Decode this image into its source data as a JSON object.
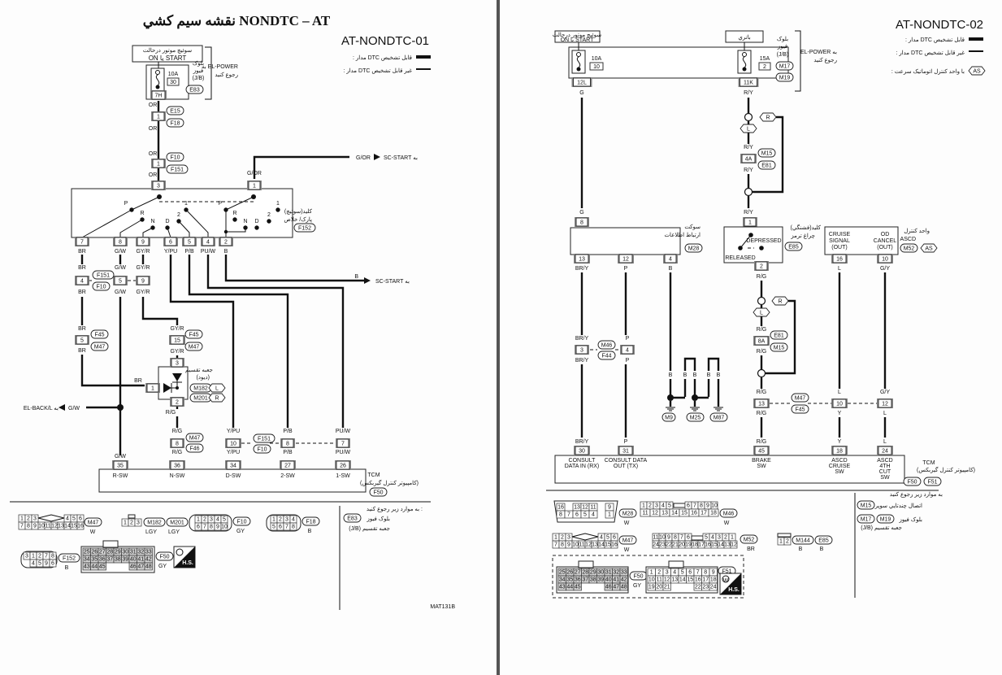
{
  "page1": {
    "title": "نقشه سيم كشي  NONDTC – AT",
    "diagram_id": "AT-NONDTC-01",
    "legend": [
      {
        "label": ": مدار DTC قابل تشخيص",
        "line": "thick"
      },
      {
        "label": ": مدار DTC غير قابل تشخيص",
        "line": "thin"
      }
    ],
    "ignition_switch": {
      "line1": "سوئيچ موتور درحالت",
      "line2": "ON يا START"
    },
    "fuse_block": {
      "label1": "بلوک",
      "label2": "فيوز",
      "label3": "(J/B)",
      "amp": "10A",
      "num": "30",
      "conn": "E83",
      "terminal": "7H"
    },
    "el_power_ref": {
      "line1": "به EL-POWER",
      "line2": "رجوع كنيد"
    },
    "chain": [
      {
        "wire_top": "OR",
        "pin": "1",
        "tag_top": "E15",
        "tag_bot": "F18",
        "wire_bot": "OR"
      },
      {
        "wire_top": "OR",
        "pin": "1",
        "tag_top": "F10",
        "tag_bot": "F151",
        "wire_bot": "OR"
      }
    ],
    "range_switch": {
      "label1": "كليد(سوئيچ)",
      "label2": "پارک/ خلاص",
      "conn": "F152",
      "in_pins": [
        {
          "pin": "3"
        },
        {
          "pin": "1",
          "wire": "G/OR"
        }
      ],
      "positions_left": [
        "P",
        "R",
        "N",
        "D",
        "2",
        "1"
      ],
      "positions_right": [
        "P",
        "R",
        "N",
        "D",
        "2",
        "1"
      ],
      "out_pins": [
        "7",
        "8",
        "9",
        "6",
        "5",
        "4",
        "2"
      ],
      "out_wires": [
        "BR",
        "G/W",
        "GY/R",
        "Y/PU",
        "P/B",
        "PU/W",
        "B"
      ]
    },
    "sc_start_top": {
      "wire": "G/OR",
      "dest": "SC-START به"
    },
    "sc_start_mid": {
      "wire": "B",
      "dest": "SC-START به"
    },
    "mid_joint": {
      "tag_top": "F151",
      "tag_bot": "F10",
      "pins": [
        {
          "wire_top": "BR",
          "pin": "4",
          "wire_bot": "BR"
        },
        {
          "wire_top": "G/W",
          "pin": "5",
          "wire_bot": "G/W"
        },
        {
          "wire_top": "GY/R",
          "pin": "9",
          "wire_bot": "GY/R"
        }
      ]
    },
    "br_joint": {
      "wire_top": "BR",
      "pin": "5",
      "tag_top": "F45",
      "tag_bot": "M47",
      "wire_bot": "BR"
    },
    "gyr_joint": {
      "wire_top": "GY/R",
      "pin": "15",
      "tag_top": "F45",
      "tag_bot": "M47",
      "wire_bot": "GY/R"
    },
    "diode_box": {
      "label1": "جعبه تقسيم",
      "label2": "(ديود)",
      "pin_top": "3",
      "pin_left": "1",
      "pin_bot": "2",
      "wire_left": "BR",
      "conn_tags": [
        {
          "conn": "M182",
          "side": "L"
        },
        {
          "conn": "M201",
          "side": "R"
        }
      ]
    },
    "el_back": {
      "dest": "EL-BACK/L به",
      "wire": "G/W"
    },
    "rg_joint": {
      "wire_top": "R/G",
      "pin": "8",
      "tag_top": "M47",
      "tag_bot": "F46",
      "wire_bot": "R/G"
    },
    "low_joint": {
      "tag_top": "F151",
      "tag_bot": "F10",
      "pins": [
        {
          "wire_top": "Y/PU",
          "pin": "10",
          "wire_bot": "Y/PU"
        },
        {
          "wire_top": "P/B",
          "pin": "8",
          "wire_bot": "P/B"
        },
        {
          "wire_top": "PU/W",
          "pin": "7",
          "wire_bot": "PU/W"
        }
      ]
    },
    "tcm": {
      "label": "TCM",
      "label2": "(كامپيوتر كنترل گيربكس)",
      "conn": "F50",
      "terminals": [
        {
          "wire": "G/W",
          "pin": "35",
          "name": "R-SW"
        },
        {
          "wire": "R/G",
          "pin": "36",
          "name": "N-SW"
        },
        {
          "wire": "Y/PU",
          "pin": "34",
          "name": "D-SW"
        },
        {
          "wire": "P/B",
          "pin": "27",
          "name": "2-SW"
        },
        {
          "wire": "PU/W",
          "pin": "26",
          "name": "1-SW"
        }
      ]
    },
    "connectors": {
      "m47": {
        "top": [
          "1",
          "2",
          "3",
          "4",
          "5",
          "6"
        ],
        "bot": [
          "7",
          "8",
          "9",
          "10",
          "11",
          "12",
          "13",
          "14",
          "15",
          "16"
        ],
        "id": "M47",
        "color": "W"
      },
      "m182": {
        "cells": [
          "1",
          "2",
          "3"
        ],
        "id": "M182",
        "color": "LGY",
        "id2": "M201",
        "color2": "LGY"
      },
      "f10": {
        "top": [
          "1",
          "2",
          "3",
          "4",
          "5"
        ],
        "bot": [
          "6",
          "7",
          "8",
          "9",
          "10"
        ],
        "id": "F10",
        "color": "GY"
      },
      "f18": {
        "top": [
          "1",
          "2",
          "3",
          "4"
        ],
        "bot": [
          "5",
          "6",
          "7",
          "8"
        ],
        "id": "F18",
        "color": "B"
      },
      "f152": {
        "top": [
          "3",
          "1",
          "2",
          "7",
          "8"
        ],
        "bot": [
          "4",
          "5",
          "9",
          "6"
        ],
        "id": "F152",
        "color": "B"
      },
      "f50": {
        "rows": [
          [
            "25",
            "26",
            "27",
            "28",
            "29",
            "30",
            "31",
            "32",
            "33"
          ],
          [
            "34",
            "35",
            "36",
            "37",
            "38",
            "39",
            "40",
            "41",
            "42"
          ],
          [
            "43",
            "44",
            "45",
            "",
            "",
            "",
            "46",
            "47",
            "48"
          ]
        ],
        "id": "F50",
        "color": "GY"
      },
      "hs": "H.S."
    },
    "refs": {
      "line1": "به موارد زير رجوع كنيد :",
      "conn": "E83",
      "line2": "بلوک فيوز",
      "line3": "(J/B) جعبه تقسيم"
    },
    "code": "MAT131B"
  },
  "page2": {
    "diagram_id": "AT-NONDTC-02",
    "legend": [
      {
        "label": ": مدار DTC قابل تشخيص",
        "line": "thick"
      },
      {
        "label": ": مدار DTC غير قابل تشخيص",
        "line": "thin"
      },
      {
        "label": ": با واحد كنترل اتوماتيک سرعت",
        "tag": "AS"
      }
    ],
    "ignition_switch": {
      "line1": "سوئيچ موتور درحالت",
      "line2": "ON يا START"
    },
    "battery": "باتري",
    "fuse_block": {
      "label1": "بلوک",
      "label2": "فيوز",
      "label3": "(J/B)",
      "conn1": "M17",
      "conn2": "M19",
      "fuses": [
        {
          "amp": "10A",
          "num": "10",
          "terminal": "12L",
          "wire": "G"
        },
        {
          "amp": "15A",
          "num": "2",
          "terminal": "11K",
          "wire": "R/Y"
        }
      ]
    },
    "el_power_ref": {
      "line1": "EL-POWER به",
      "line2": "رجوع كنيد"
    },
    "upper_branch": {
      "r_tag": "R",
      "l_tag": "L",
      "wire_top": "R/Y",
      "pin": "4A",
      "tag_top": "M15",
      "tag_bot": "E81",
      "wire_bot": "R/Y"
    },
    "dlc": {
      "wire_in": "G",
      "pin_in": "8",
      "label1": "سوکت",
      "label2": "ارتباط اطلاعات",
      "conn": "M28",
      "pins": [
        "13",
        "12",
        "4"
      ],
      "wires": [
        "BR/Y",
        "P",
        "B"
      ]
    },
    "brake_switch": {
      "wire_in": "R/Y",
      "pin_in": "1",
      "label1": "كليد(فشنگي)",
      "label2": "چراغ ترمز",
      "conn": "E85",
      "depressed": "DEPRESSED",
      "released": "RELEASED",
      "pin_out": "2",
      "wire_out": "R/G"
    },
    "ascd": {
      "label1": "واحد كنترل",
      "label2": "ASCD",
      "conn": "M52",
      "tag": "AS",
      "pins": [
        {
          "name1": "CRUISE",
          "name2": "SIGNAL",
          "name3": "(OUT)",
          "pin": "16",
          "wire": "L"
        },
        {
          "name1": "OD",
          "name2": "CANCEL",
          "name3": "(OUT)",
          "pin": "10",
          "wire": "G/Y"
        }
      ]
    },
    "lower_branch": {
      "r_tag": "R",
      "l_tag": "L",
      "wire_top": "R/G",
      "pin": "8A",
      "tag_top": "E81",
      "tag_bot": "M15",
      "wire_bot": "R/G"
    },
    "joint_m46": {
      "tag_top": "M46",
      "tag_bot": "F44",
      "pins": [
        {
          "wire_top": "BR/Y",
          "pin": "3",
          "wire_bot": "BR/Y"
        },
        {
          "wire_top": "P",
          "pin": "4",
          "wire_bot": "P"
        }
      ]
    },
    "grounds": {
      "wires": [
        "B",
        "B",
        "B",
        "B",
        "B"
      ],
      "tags": [
        "M9",
        "M25",
        "M87"
      ]
    },
    "joint_m47": {
      "tag_top": "M47",
      "tag_bot": "F45",
      "pins": [
        {
          "wire_top": "R/G",
          "pin": "13",
          "wire_bot": "R/G"
        },
        {
          "wire_top": "L",
          "pin": "10",
          "wire_bot": "Y"
        },
        {
          "wire_top": "G/Y",
          "pin": "12",
          "wire_bot": "L"
        }
      ]
    },
    "tcm": {
      "label": "TCM",
      "label2": "(كامپيوتر كنترل گيربكس)",
      "conn1": "F50",
      "conn2": "F51",
      "terminals": [
        {
          "wire": "BR/Y",
          "pin": "30",
          "name1": "CONSULT",
          "name2": "DATA IN (RX)"
        },
        {
          "wire": "P",
          "pin": "31",
          "name1": "CONSULT DATA",
          "name2": "OUT (TX)"
        },
        {
          "wire": "R/G",
          "pin": "45",
          "name1": "BRAKE",
          "name2": "SW"
        },
        {
          "wire": "Y",
          "pin": "18",
          "name1": "ASCD",
          "name2": "CRUISE",
          "name3": "SW"
        },
        {
          "wire": "L",
          "pin": "24",
          "name1": "ASCD",
          "name2": "4TH",
          "name3": "CUT",
          "name4": "SW"
        }
      ]
    },
    "connectors": {
      "m28": {
        "top": [
          "16",
          "",
          "13",
          "12",
          "11",
          "",
          "9"
        ],
        "bot": [
          "8",
          "7",
          "6",
          "5",
          "4",
          "",
          "1"
        ],
        "id": "M28",
        "color": "W"
      },
      "m46": {
        "top": [
          "1",
          "2",
          "3",
          "4",
          "5",
          "6",
          "7",
          "8",
          "9",
          "10"
        ],
        "bot": [
          "11",
          "12",
          "13",
          "14",
          "15",
          "16",
          "17",
          "18"
        ],
        "id": "M46",
        "color": "W"
      },
      "m47": {
        "top": [
          "1",
          "2",
          "3",
          "4",
          "5",
          "6"
        ],
        "bot": [
          "7",
          "8",
          "9",
          "10",
          "11",
          "12",
          "13",
          "14",
          "15",
          "16"
        ],
        "id": "M47",
        "color": "W"
      },
      "m52": {
        "top": [
          "11",
          "10",
          "9",
          "8",
          "7",
          "6",
          "5",
          "4",
          "3",
          "2",
          "1"
        ],
        "bot": [
          "24",
          "23",
          "22",
          "21",
          "20",
          "19",
          "18",
          "17",
          "16",
          "15",
          "14",
          "13",
          "12"
        ],
        "id": "M52",
        "color": "BR"
      },
      "m144": {
        "cells": [
          "1",
          "2"
        ],
        "id": "M144",
        "color": "B",
        "id2": "E85",
        "color2": "B"
      },
      "f50": {
        "rows": [
          [
            "25",
            "26",
            "27",
            "28",
            "29",
            "30",
            "31",
            "32",
            "33"
          ],
          [
            "34",
            "35",
            "36",
            "37",
            "38",
            "39",
            "40",
            "41",
            "42"
          ],
          [
            "43",
            "44",
            "45",
            "",
            "",
            "",
            "46",
            "47",
            "48"
          ]
        ],
        "id": "F50",
        "color": "GY"
      },
      "f51": {
        "rows": [
          [
            "1",
            "2",
            "3",
            "4",
            "5",
            "6",
            "7",
            "8",
            "9"
          ],
          [
            "10",
            "11",
            "12",
            "13",
            "14",
            "15",
            "16",
            "17",
            "18"
          ],
          [
            "19",
            "20",
            "21",
            "",
            "",
            "",
            "22",
            "23",
            "24"
          ]
        ],
        "id": "F51",
        "color": "W"
      },
      "hs": "H.S."
    },
    "refs": {
      "line1": "به موارد زير رجوع كنيد",
      "conn": "M15",
      "line2": "اتصال چندتايي سوپر",
      "conn2": "M17",
      "conn3": "M19",
      "line3": "بلوک فيوز",
      "line4": "(J/B) جعبه تقسيم"
    }
  }
}
